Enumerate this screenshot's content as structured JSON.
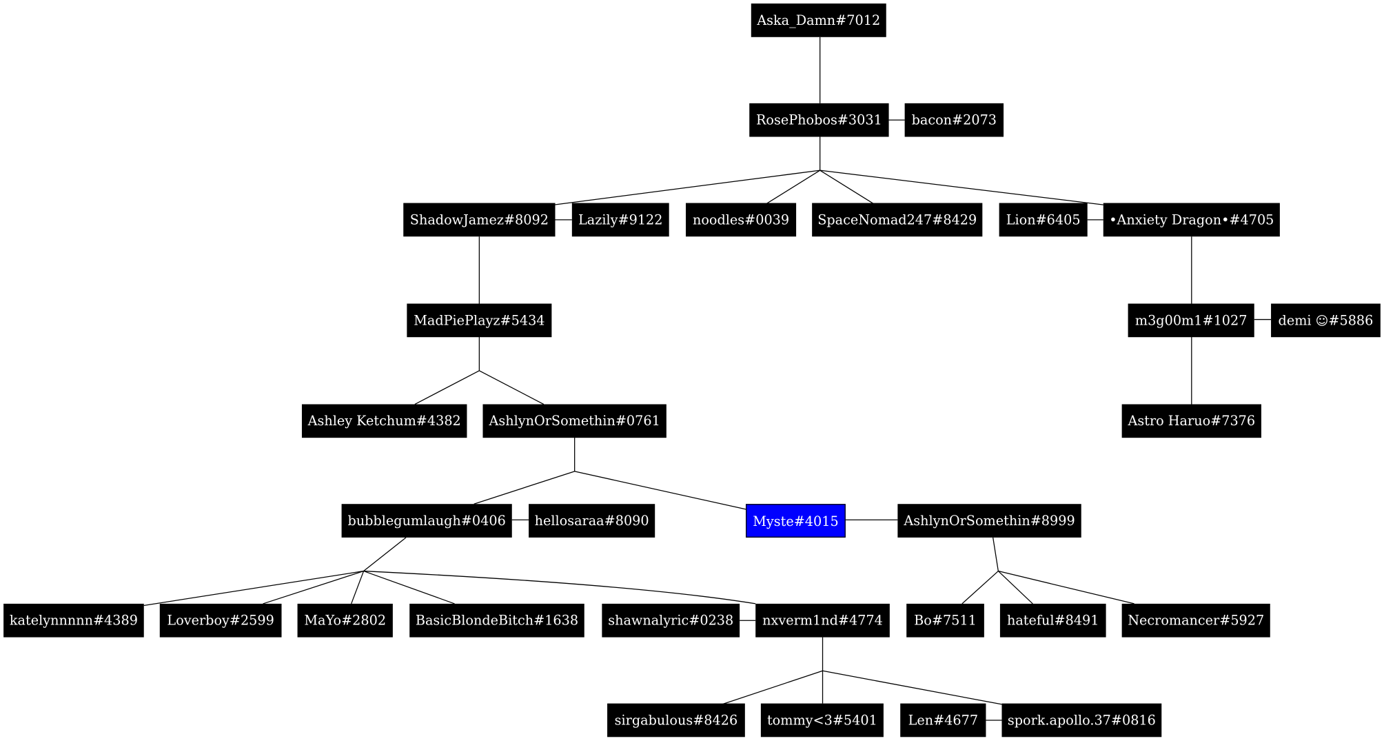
{
  "diagram": {
    "type": "family-tree",
    "colors": {
      "node_fill": "#000000",
      "node_text": "#ffffff",
      "highlight_fill": "#0000ff",
      "edge": "#000000"
    },
    "nodes": {
      "n01": "Aska_Damn#7012",
      "n02": "RosePhobos#3031",
      "n03": "bacon#2073",
      "n04": "ShadowJamez#8092",
      "n05": "Lazily#9122",
      "n06": "noodles#0039",
      "n07": "SpaceNomad247#8429",
      "n08": "Lion#6405",
      "n09": "•Anxiety Dragon•#4705",
      "n10": "MadPiePlayz#5434",
      "n11": "m3g00m1#1027",
      "n12a": "demi ",
      "n12b": "☺",
      "n12c": "#5886",
      "n13": "Ashley Ketchum#4382",
      "n14": "AshlynOrSomethin#0761",
      "n15": "Astro Haruo#7376",
      "n16": "bubblegumlaugh#0406",
      "n17": "hellosaraa#8090",
      "n18": "Myste#4015",
      "n19": "AshlynOrSomethin#8999",
      "n20": "katelynnnnn#4389",
      "n21": "Loverboy#2599",
      "n22": "MaYo#2802",
      "n23": "BasicBlondeBitch#1638",
      "n24": "shawnalyric#0238",
      "n25": "nxverm1nd#4774",
      "n26": "Bo#7511",
      "n27": "hateful#8491",
      "n28": "Necromancer#5927",
      "n29": "sirgabulous#8426",
      "n30": "tommy<3#5401",
      "n31": "Len#4677",
      "n32": "spork.apollo.37#0816"
    },
    "highlighted": "n18",
    "partners": [
      [
        "n02",
        "n03"
      ],
      [
        "n04",
        "n05"
      ],
      [
        "n08",
        "n09"
      ],
      [
        "n11",
        "n12"
      ],
      [
        "n16",
        "n17"
      ],
      [
        "n18",
        "n19"
      ],
      [
        "n24",
        "n25"
      ],
      [
        "n31",
        "n32"
      ]
    ],
    "parent_child": [
      [
        "n01",
        "n02"
      ],
      [
        "n02",
        "n04"
      ],
      [
        "n02",
        "n06"
      ],
      [
        "n02",
        "n07"
      ],
      [
        "n02",
        "n09"
      ],
      [
        "n04",
        "n10"
      ],
      [
        "n09",
        "n11"
      ],
      [
        "n10",
        "n13"
      ],
      [
        "n10",
        "n14"
      ],
      [
        "n11",
        "n15"
      ],
      [
        "n14",
        "n16"
      ],
      [
        "n14",
        "n18"
      ],
      [
        "n16",
        "n20"
      ],
      [
        "n16",
        "n21"
      ],
      [
        "n16",
        "n22"
      ],
      [
        "n16",
        "n23"
      ],
      [
        "n16",
        "n25"
      ],
      [
        "n19",
        "n26"
      ],
      [
        "n19",
        "n27"
      ],
      [
        "n19",
        "n28"
      ],
      [
        "n25",
        "n29"
      ],
      [
        "n25",
        "n30"
      ],
      [
        "n25",
        "n32"
      ]
    ]
  }
}
